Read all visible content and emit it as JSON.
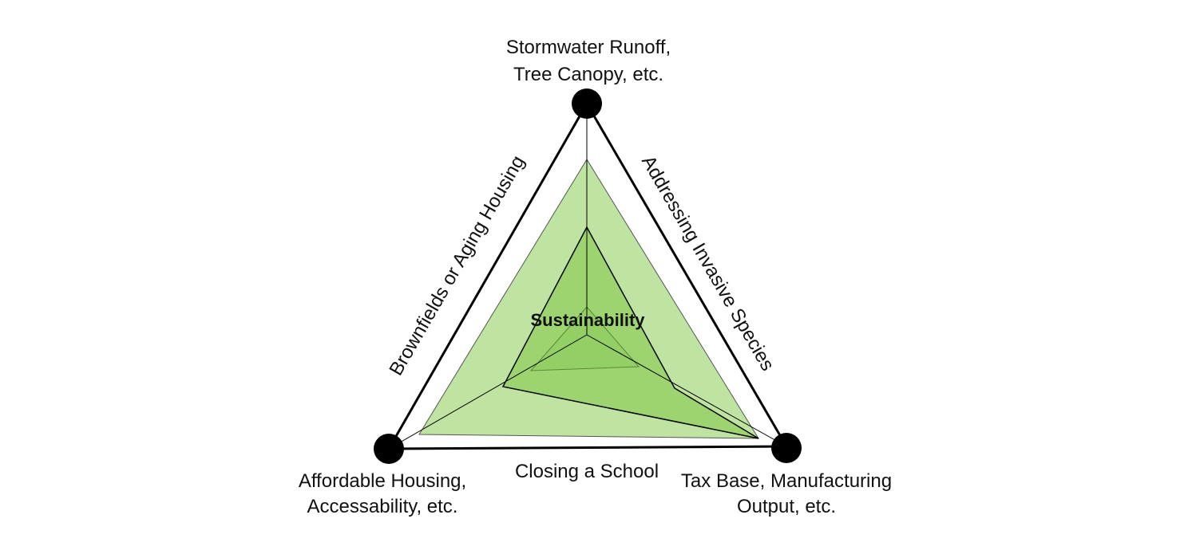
{
  "center_label": "Sustainability",
  "vertices": {
    "top": {
      "line1": "Stormwater Runoff,",
      "line2": "Tree Canopy, etc."
    },
    "bottom_left": {
      "line1": "Affordable Housing,",
      "line2": "Accessability, etc."
    },
    "bottom_right": {
      "line1": "Tax Base, Manufacturing",
      "line2": "Output, etc."
    }
  },
  "edges": {
    "left": "Brownfields or Aging Housing",
    "right": "Addressing Invasive Species",
    "bottom": "Closing a School"
  },
  "colors": {
    "outer_fill": "#bfe3a0",
    "middle_fill": "#9ed46f",
    "inner_fill": "#8ccc5e",
    "line": "#000000"
  }
}
